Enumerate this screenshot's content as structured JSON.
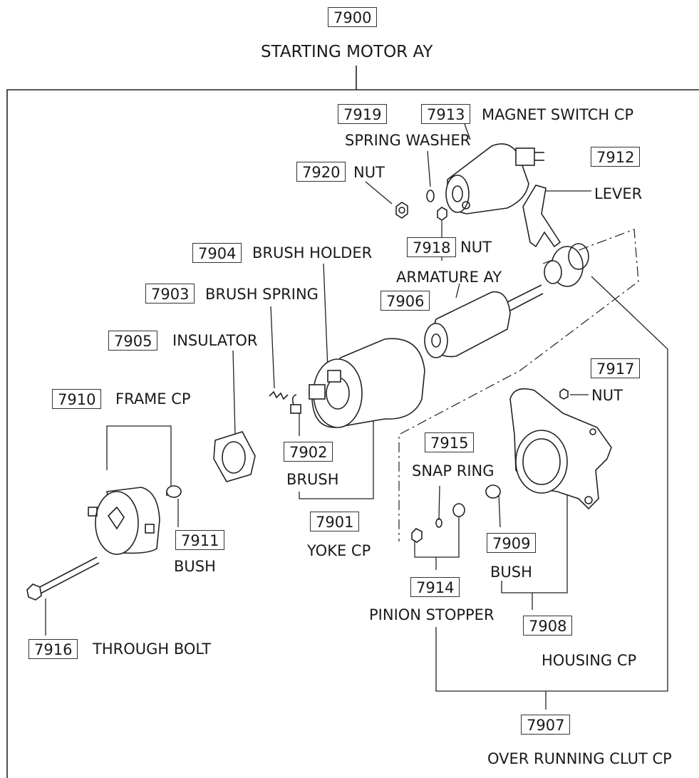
{
  "diagram": {
    "assembly": {
      "number": "7900",
      "name": "STARTING MOTOR AY"
    },
    "parts": [
      {
        "id": "p7919",
        "number": "7919",
        "name": "SPRING WASHER"
      },
      {
        "id": "p7913",
        "number": "7913",
        "name": "MAGNET SWITCH CP"
      },
      {
        "id": "p7912",
        "number": "7912",
        "name": "LEVER"
      },
      {
        "id": "p7920",
        "number": "7920",
        "name": "NUT"
      },
      {
        "id": "p7918",
        "number": "7918",
        "name": "NUT"
      },
      {
        "id": "p7904",
        "number": "7904",
        "name": "BRUSH HOLDER"
      },
      {
        "id": "p7906",
        "number": "7906",
        "name": "ARMATURE AY"
      },
      {
        "id": "p7903",
        "number": "7903",
        "name": "BRUSH SPRING"
      },
      {
        "id": "p7905",
        "number": "7905",
        "name": "INSULATOR"
      },
      {
        "id": "p7917",
        "number": "7917",
        "name": "NUT"
      },
      {
        "id": "p7910",
        "number": "7910",
        "name": "FRAME CP"
      },
      {
        "id": "p7915",
        "number": "7915",
        "name": "SNAP RING"
      },
      {
        "id": "p7902",
        "number": "7902",
        "name": "BRUSH"
      },
      {
        "id": "p7901",
        "number": "7901",
        "name": "YOKE CP"
      },
      {
        "id": "p7911",
        "number": "7911",
        "name": "BUSH"
      },
      {
        "id": "p7909",
        "number": "7909",
        "name": "BUSH"
      },
      {
        "id": "p7914",
        "number": "7914",
        "name": "PINION STOPPER"
      },
      {
        "id": "p7908",
        "number": "7908",
        "name": "HOUSING CP"
      },
      {
        "id": "p7916",
        "number": "7916",
        "name": "THROUGH BOLT"
      },
      {
        "id": "p7907",
        "number": "7907",
        "name": "OVER RUNNING CLUT CP"
      }
    ]
  }
}
